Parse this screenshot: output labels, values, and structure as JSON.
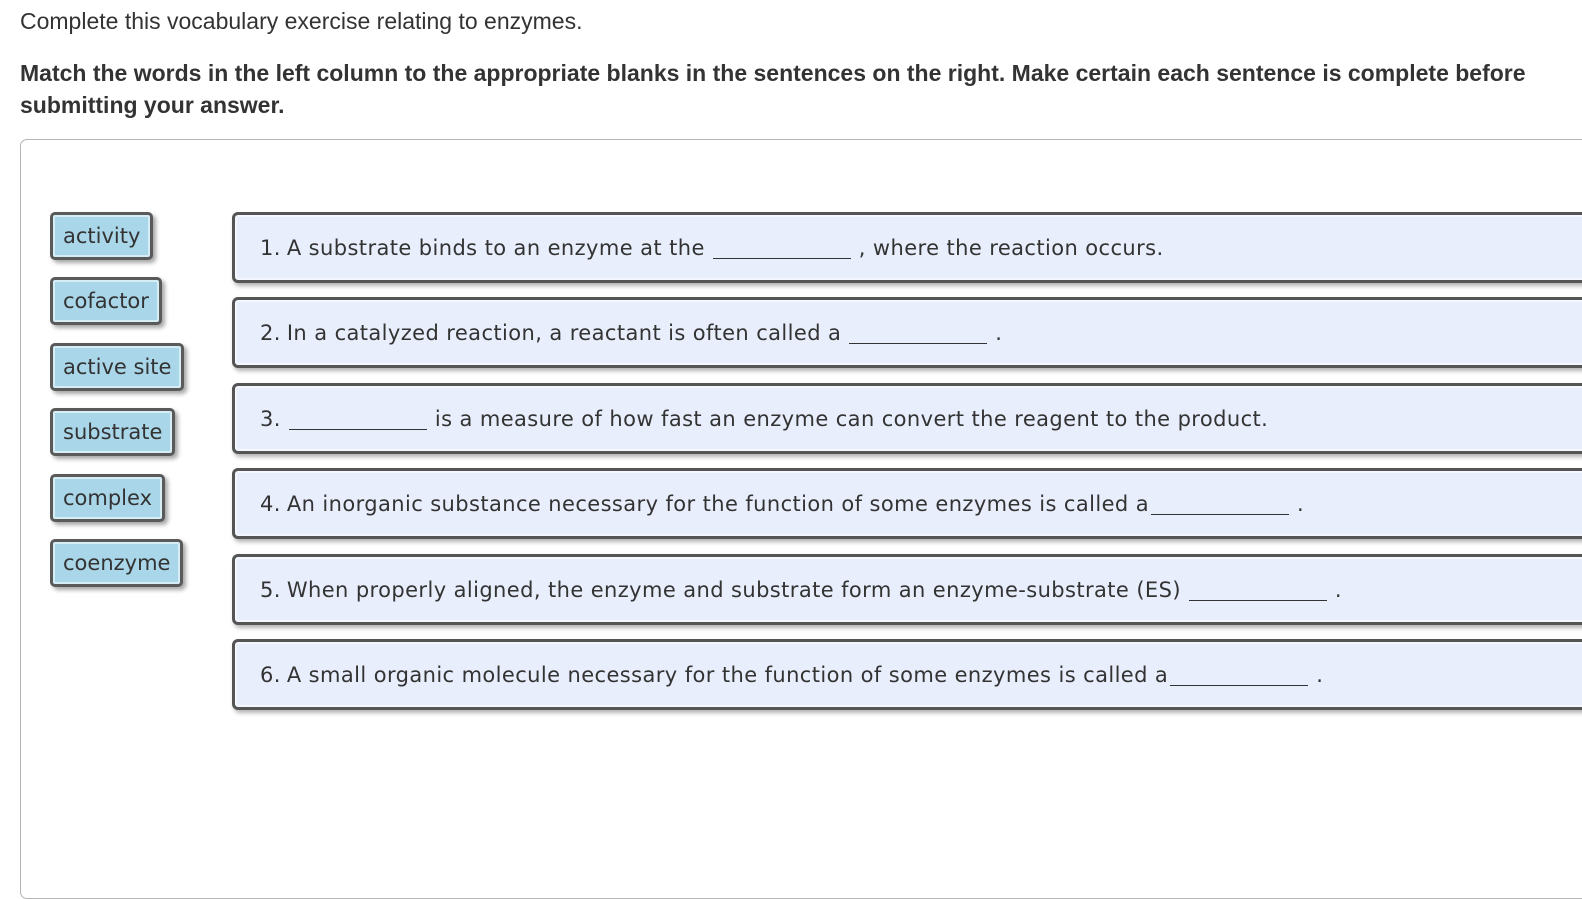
{
  "intro": "Complete this vocabulary exercise relating to enzymes.",
  "instructions": "Match the words in the left column to the appropriate blanks in the sentences on the right. Make certain each sentence is complete before submitting your answer.",
  "word_bank": [
    {
      "label": "activity"
    },
    {
      "label": "cofactor"
    },
    {
      "label": "active site"
    },
    {
      "label": "substrate"
    },
    {
      "label": "complex"
    },
    {
      "label": "coenzyme"
    }
  ],
  "sentences": [
    {
      "number": "1.",
      "before": "A substrate binds to an enzyme at the",
      "after": ", where the reaction occurs."
    },
    {
      "number": "2.",
      "before": "In a catalyzed reaction, a reactant is often called a",
      "after": "."
    },
    {
      "number": "3.",
      "before": "",
      "after": "is a measure of how fast an enzyme can convert the reagent to the product."
    },
    {
      "number": "4.",
      "before": "An inorganic substance necessary for the function of some enzymes is called a",
      "after": "."
    },
    {
      "number": "5.",
      "before": "When properly aligned, the enzyme and substrate form an enzyme-substrate (ES)",
      "after": "."
    },
    {
      "number": "6.",
      "before": "A small organic molecule necessary for the function of some enzymes is called a",
      "after": "."
    }
  ],
  "colors": {
    "tile_fill": "#a9d6e8",
    "sentence_fill": "#e8eefc",
    "border": "#555555"
  }
}
